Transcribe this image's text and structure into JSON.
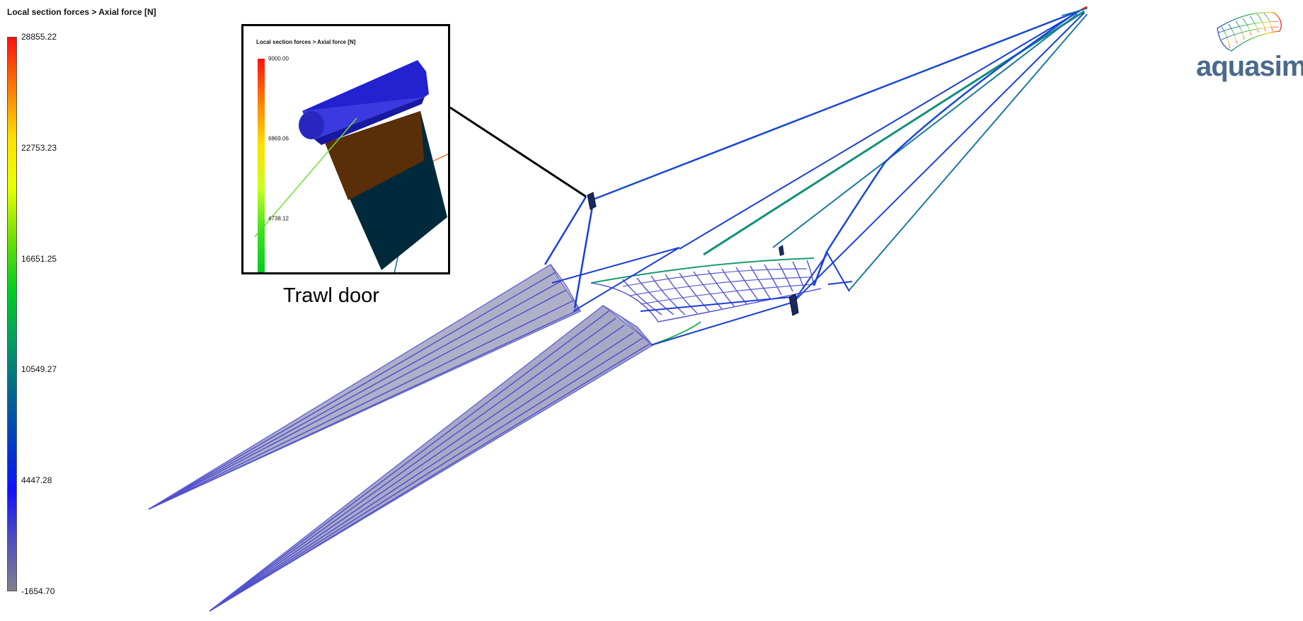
{
  "viewer": {
    "title": "Local section forces > Axial force [N]",
    "legend": {
      "labels": [
        "28855.22",
        "22753.23",
        "16651.25",
        "10549.27",
        "4447.28",
        "-1654.70"
      ],
      "gradient": [
        "#ff1010",
        "#ff7a00",
        "#ffe000",
        "#e8ff00",
        "#6ee000",
        "#00d020",
        "#00a060",
        "#006a8a",
        "#0040c0",
        "#1010ff",
        "#5050c0",
        "#808090"
      ]
    }
  },
  "inset": {
    "title": "Local section forces > Axial force [N]",
    "labels": [
      "9000.00",
      "6869.06",
      "4738.12"
    ],
    "gradient": [
      "#ff1010",
      "#ff8000",
      "#ffe000",
      "#c8ff20",
      "#40e020",
      "#00cc20"
    ],
    "caption": "Trawl door"
  },
  "logo": {
    "text": "aquasim",
    "icon": "net-wireframe-icon"
  },
  "colors": {
    "mesh_fill": "#9a9ab8",
    "rope_blue": "#1a3fd6",
    "rope_teal": "#1c7a90",
    "rope_green": "#10a070",
    "net_purple": "#5a5acf"
  }
}
